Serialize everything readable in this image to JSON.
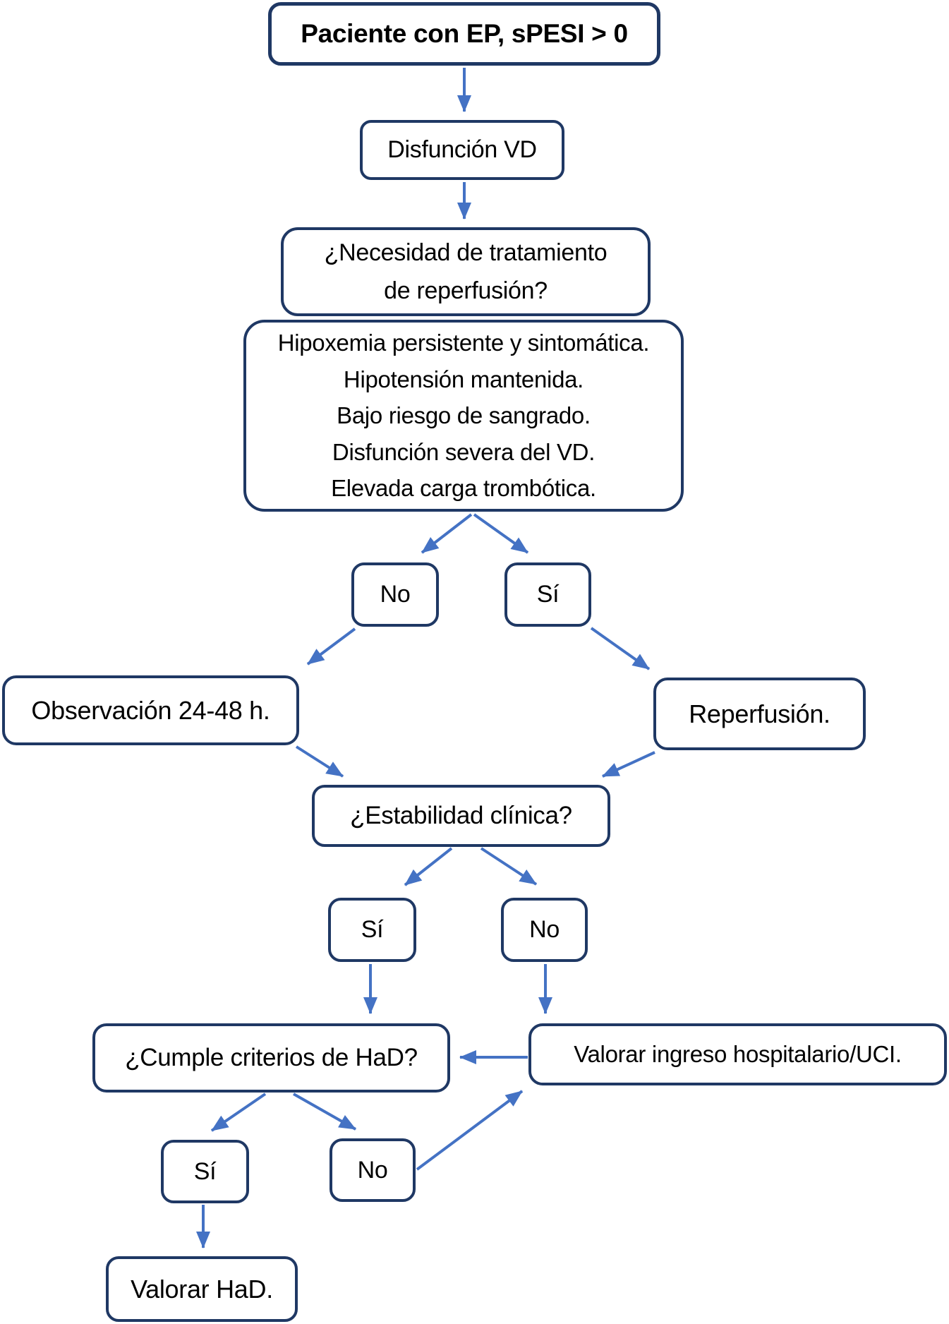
{
  "colors": {
    "box_border": "#1f3864",
    "arrow": "#4472c4",
    "text": "#000000",
    "background": "#ffffff"
  },
  "flowchart": {
    "nodes": {
      "paciente": {
        "label": "Paciente con EP, sPESI > 0"
      },
      "disfuncion_vd": {
        "label": "Disfunción VD"
      },
      "necesidad_reperfusion": {
        "lines": [
          "¿Necesidad de tratamiento",
          "de reperfusión?"
        ]
      },
      "criterios_reperfusion": {
        "lines": [
          "Hipoxemia persistente y sintomática.",
          "Hipotensión mantenida.",
          "Bajo riesgo de sangrado.",
          "Disfunción severa del VD.",
          "Elevada carga trombótica."
        ]
      },
      "no_reperfusion": {
        "label": "No"
      },
      "si_reperfusion": {
        "label": "Sí"
      },
      "observacion": {
        "label": "Observación 24-48 h."
      },
      "reperfusion": {
        "label": "Reperfusión."
      },
      "estabilidad": {
        "label": "¿Estabilidad clínica?"
      },
      "si_estabilidad": {
        "label": "Sí"
      },
      "no_estabilidad": {
        "label": "No"
      },
      "cumple_had": {
        "label": "¿Cumple criterios de HaD?"
      },
      "ingreso_uci": {
        "label": "Valorar ingreso hospitalario/UCI."
      },
      "si_had": {
        "label": "Sí"
      },
      "no_had": {
        "label": "No"
      },
      "valorar_had": {
        "label": "Valorar HaD."
      }
    }
  }
}
